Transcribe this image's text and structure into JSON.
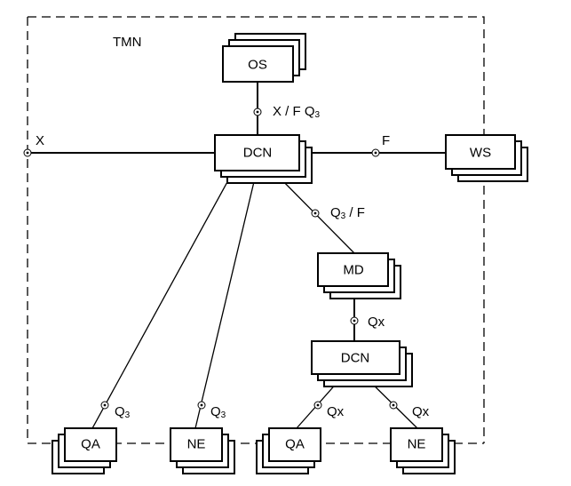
{
  "diagram": {
    "boundary_label": "TMN",
    "nodes": [
      {
        "id": "os",
        "label": "OS"
      },
      {
        "id": "dcn-main",
        "label": "DCN"
      },
      {
        "id": "ws",
        "label": "WS"
      },
      {
        "id": "md",
        "label": "MD"
      },
      {
        "id": "dcn-sub",
        "label": "DCN"
      },
      {
        "id": "qa-left",
        "label": "QA"
      },
      {
        "id": "ne-left",
        "label": "NE"
      },
      {
        "id": "qa-right",
        "label": "QA"
      },
      {
        "id": "ne-right",
        "label": "NE"
      }
    ],
    "interfaces": [
      {
        "id": "os-dcn",
        "text": "X / F Q",
        "sub": "3"
      },
      {
        "id": "x-ext",
        "text": "X",
        "sub": ""
      },
      {
        "id": "f-ws",
        "text": "F",
        "sub": ""
      },
      {
        "id": "dcn-md",
        "text": "Q",
        "sub": "3",
        "suffix": " / F"
      },
      {
        "id": "md-dcn",
        "text": "Qx",
        "sub": ""
      },
      {
        "id": "dcn-qa-left",
        "text": "Q",
        "sub": "3"
      },
      {
        "id": "dcn-ne-left",
        "text": "Q",
        "sub": "3"
      },
      {
        "id": "dcn2-qa",
        "text": "Qx",
        "sub": ""
      },
      {
        "id": "dcn2-ne",
        "text": "Qx",
        "sub": ""
      }
    ]
  }
}
